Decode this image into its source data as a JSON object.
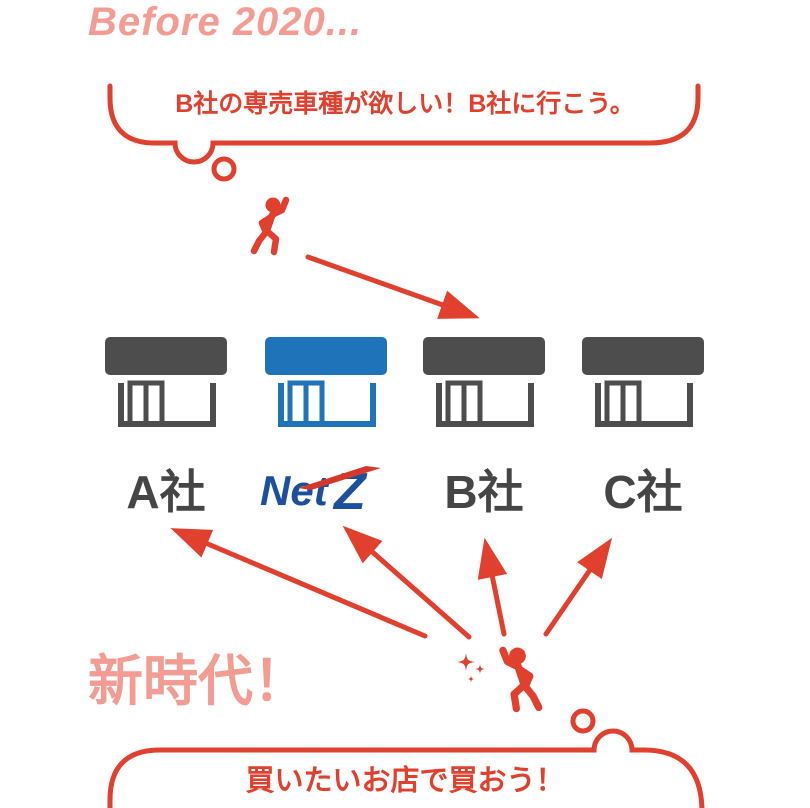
{
  "header": {
    "title": "Before 2020..."
  },
  "top_bubble": {
    "text": "B社の専売車種が欲しい！B社に行こう。"
  },
  "stores": [
    {
      "label": "A社",
      "roof_color": "#4D4D4D"
    },
    {
      "label": "Netz",
      "roof_color": "#1F73B9",
      "logo": {
        "net": "Net",
        "z": "Z"
      }
    },
    {
      "label": "B社",
      "roof_color": "#4D4D4D"
    },
    {
      "label": "C社",
      "roof_color": "#4D4D4D"
    }
  ],
  "new_era": {
    "text": "新時代！"
  },
  "bottom_bubble": {
    "text": "買いたいお店で買おう！"
  },
  "icons": [
    "thought-bubble-icon",
    "walking-person-icon",
    "arrow-icon",
    "store-icon",
    "sparkle-icon"
  ],
  "colors": {
    "red": "#E2402E",
    "salmon": "#F49C94",
    "dark_gray": "#4D4D4D",
    "store_blue": "#1F73B9",
    "netz_blue": "#1C4F9E",
    "netz_red": "#D6372B"
  }
}
